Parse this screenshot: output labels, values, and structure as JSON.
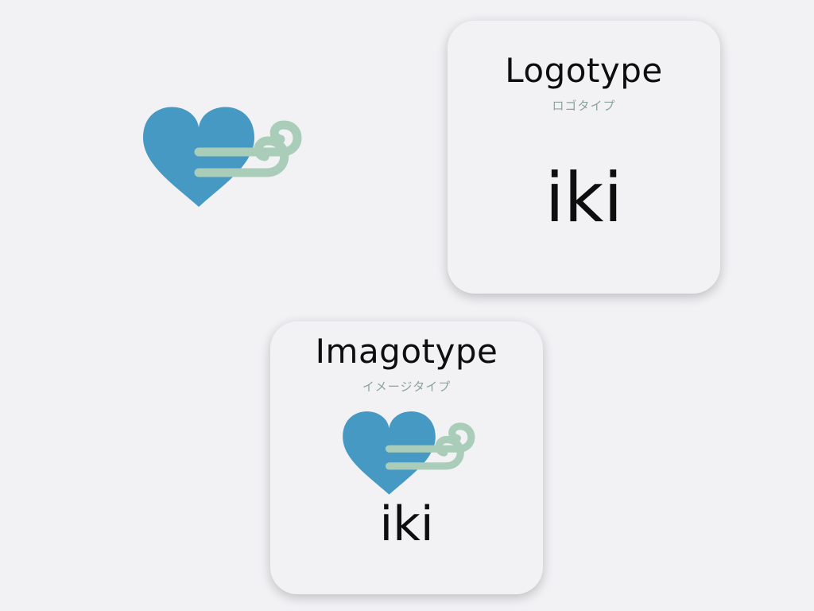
{
  "colors": {
    "background": "#f2f2f5",
    "heart": "#4699c2",
    "wind": "#a9cdb8",
    "subtitle": "#8aa39a",
    "text": "#0e0e0e"
  },
  "logo_icon": {
    "icon": "heart-wind-icon"
  },
  "logotype_card": {
    "title": "Logotype",
    "subtitle": "ロゴタイプ",
    "wordmark": "iki"
  },
  "imagotype_card": {
    "title": "Imagotype",
    "subtitle": "イメージタイプ",
    "icon": "heart-wind-icon",
    "wordmark": "iki"
  }
}
